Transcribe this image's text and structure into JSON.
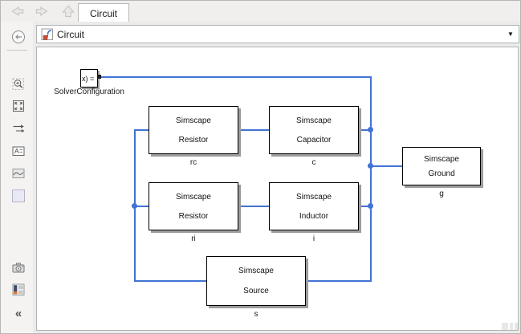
{
  "tabbar": {
    "tab_label": "Circuit",
    "back_icon": "left-arrow",
    "forward_icon": "right-arrow",
    "up_icon": "up-arrow"
  },
  "breadcrumb": {
    "model_icon": "simulink-model-icon",
    "title": "Circuit",
    "dropdown_glyph": "▼"
  },
  "sidebar": {
    "icons": [
      {
        "name": "hide-explorer-back-icon"
      },
      {
        "name": "zoom-in-icon"
      },
      {
        "name": "fit-to-view-icon"
      },
      {
        "name": "signal-arrows-icon"
      },
      {
        "name": "annotation-icon"
      },
      {
        "name": "image-icon"
      },
      {
        "name": "area-box-icon"
      },
      {
        "name": "screenshot-camera-icon"
      },
      {
        "name": "perspectives-panel-icon"
      },
      {
        "name": "collapse-icon"
      }
    ],
    "collapse_glyph": "«"
  },
  "canvas": {
    "solver": {
      "text": "x) =",
      "label": "SolverConfiguration"
    },
    "blocks": [
      {
        "line1": "Simscape",
        "line2": "Resistor",
        "label": "rc"
      },
      {
        "line1": "Simscape",
        "line2": "Capacitor",
        "label": "c"
      },
      {
        "line1": "Simscape",
        "line2": "Resistor",
        "label": "ri"
      },
      {
        "line1": "Simscape",
        "line2": "Inductor",
        "label": "i"
      },
      {
        "line1": "Simscape",
        "line2": "Ground",
        "label": "g"
      },
      {
        "line1": "Simscape",
        "line2": "Source",
        "label": "s"
      }
    ]
  },
  "colors": {
    "wire": "#4273d4",
    "block_border": "#000000",
    "block_shadow": "#9c9c9c",
    "chrome_bg": "#f0efee",
    "canvas_bg": "#ffffff"
  }
}
